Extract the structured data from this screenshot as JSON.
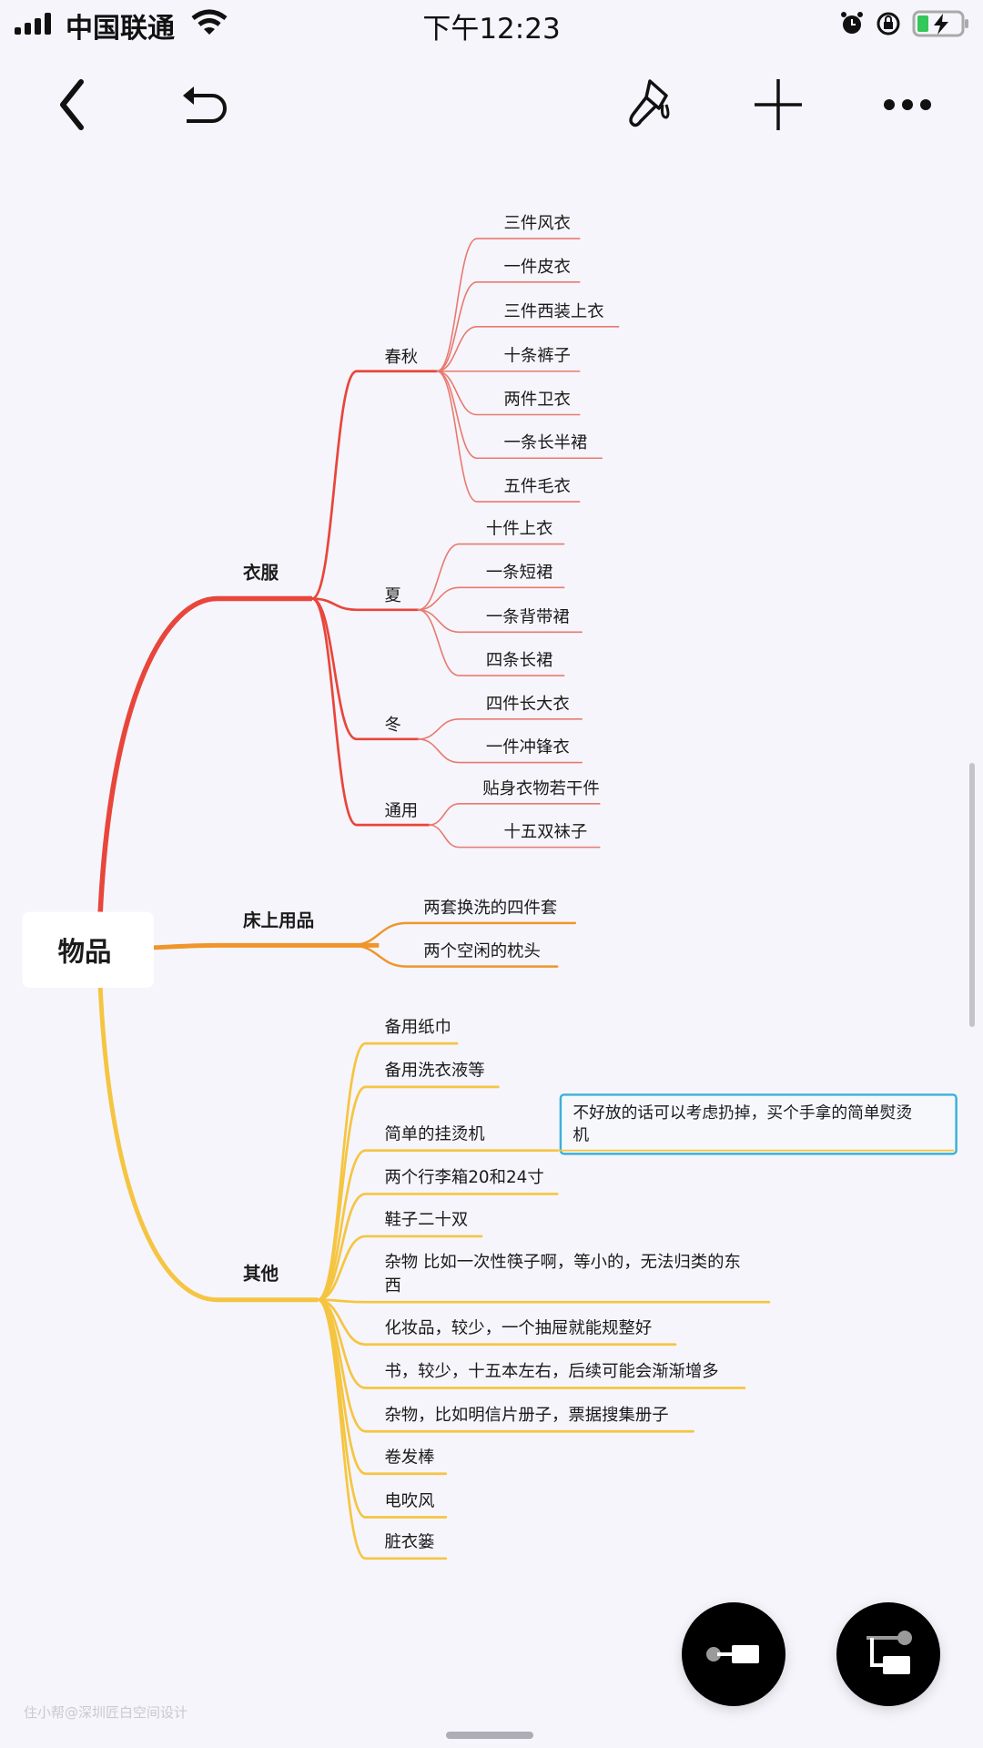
{
  "status_bar": {
    "carrier": "中国联通",
    "time": "下午12:23",
    "battery_color": "#34c759"
  },
  "toolbar": {
    "icons": [
      "back-icon",
      "undo-icon",
      "style-brush-icon",
      "add-icon",
      "more-icon"
    ]
  },
  "mindmap": {
    "root": "物品",
    "colors": {
      "clothing": "#e8463b",
      "bedding": "#f0952a",
      "other": "#f5c542",
      "note_border": "#3bb0d8"
    },
    "categories": [
      {
        "label": "衣服",
        "subs": [
          {
            "label": "春秋",
            "items": [
              "三件风衣",
              "一件皮衣",
              "三件西装上衣",
              "十条裤子",
              "两件卫衣",
              "一条长半裙",
              "五件毛衣"
            ]
          },
          {
            "label": "夏",
            "items": [
              "十件上衣",
              "一条短裙",
              "一条背带裙",
              "四条长裙"
            ]
          },
          {
            "label": "冬",
            "items": [
              "四件长大衣",
              "一件冲锋衣"
            ]
          },
          {
            "label": "通用",
            "items": [
              "贴身衣物若干件",
              "十五双袜子"
            ]
          }
        ]
      },
      {
        "label": "床上用品",
        "items": [
          "两套换洗的四件套",
          "两个空闲的枕头"
        ]
      },
      {
        "label": "其他",
        "items": [
          [
            "备用纸巾"
          ],
          [
            "备用洗衣液等"
          ],
          [
            "简单的挂烫机"
          ],
          [
            "两个行李箱20和24寸"
          ],
          [
            "鞋子二十双"
          ],
          [
            "杂物 比如一次性筷子啊，等小的，无法归类的东",
            "西"
          ],
          [
            "化妆品，较少，一个抽屉就能规整好"
          ],
          [
            "书，较少，十五本左右，后续可能会渐渐增多"
          ],
          [
            "杂物，比如明信片册子，票据搜集册子"
          ],
          [
            "卷发棒"
          ],
          [
            "电吹风"
          ],
          [
            "脏衣篓"
          ]
        ]
      }
    ],
    "note": [
      "不好放的话可以考虑扔掉，买个手拿的简单熨烫",
      "机"
    ]
  },
  "watermark": "住小帮@深圳匠白空间设计",
  "fabs": [
    "add-sibling-node-icon",
    "add-child-node-icon"
  ]
}
